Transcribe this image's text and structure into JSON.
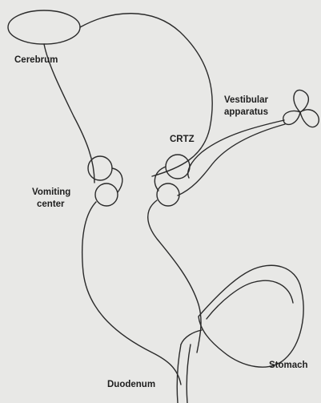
{
  "labels": {
    "cerebrum": "Cerebrum",
    "vestibular_1": "Vestibular",
    "vestibular_2": "apparatus",
    "crtz": "CRTZ",
    "vomiting_1": "Vomiting",
    "vomiting_2": "center",
    "stomach": "Stomach",
    "duodenum": "Duodenum"
  },
  "colors": {
    "background": "#e8e8e6",
    "line": "#2a2a2a",
    "text": "#1e1e1e"
  }
}
